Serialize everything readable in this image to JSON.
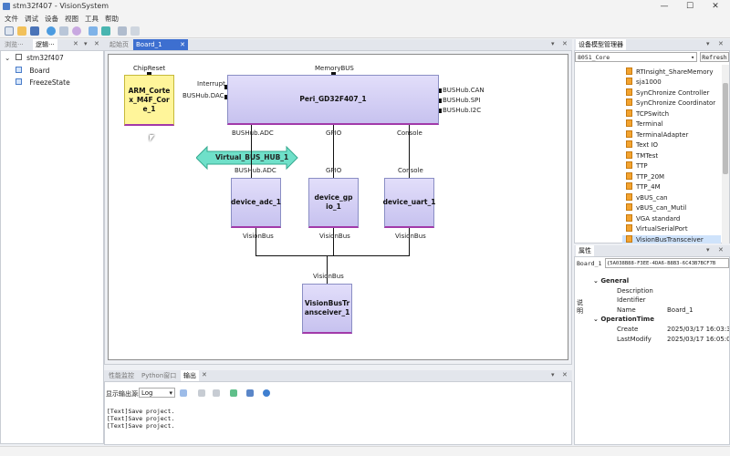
{
  "window": {
    "title": "stm32f407 - VisionSystem",
    "minimize": "—",
    "maximize": "☐",
    "close": "✕"
  },
  "menu": [
    "文件",
    "调试",
    "设备",
    "视图",
    "工具",
    "帮助"
  ],
  "left_panel": {
    "tabs": [
      "浏览···",
      "逻辑···"
    ],
    "root": "stm32f407",
    "children": [
      "Board",
      "FreezeState"
    ]
  },
  "doc_tabs": [
    "起始页",
    "Board_1"
  ],
  "diagram": {
    "nodes": {
      "cortex": "ARM_Cortex_M4F_Core_1",
      "peri": "Peri_GD32F407_1",
      "hub": "Virtual_BUS_HUB_1",
      "adc": "device_adc_1",
      "gpio": "device_gpio_1",
      "uart": "device_uart_1",
      "trans": "VisionBusTransceiver_1"
    },
    "ports": {
      "chip_reset": "ChipReset",
      "memory_bus": "MemoryBUS",
      "interrupt": "Interrupt",
      "bushub_dac": "BUSHub.DAC",
      "bushub_can": "BUSHub.CAN",
      "bushub_spi": "BUSHub.SPI",
      "bushub_i2c": "BUSHub.I2C",
      "bushub_adc_top": "BUSHub.ADC",
      "gpio_top": "GPIO",
      "console_top": "Console",
      "bushub_adc_mid": "BUSHub.ADC",
      "gpio_mid": "GPIO",
      "console_mid": "Console",
      "visionbus_adc": "VisionBus",
      "visionbus_gpio": "VisionBus",
      "visionbus_uart": "VisionBus",
      "visionbus_trans": "VisionBus"
    }
  },
  "bottom_panel": {
    "tabs": [
      "性能监控",
      "Python窗口",
      "输出"
    ],
    "source_label": "显示输出源:",
    "source_value": "Log",
    "lines": [
      "[Text]Save project.",
      "[Text]Save project.",
      "[Text]Save project."
    ]
  },
  "device_panel": {
    "title": "设备模型管理器",
    "combo": "8051_Core",
    "refresh": "Refresh",
    "items": [
      "RTInsight_ShareMemory",
      "sja1000",
      "SynChronize Controller",
      "SynChronize Coordinator",
      "TCPSwitch",
      "Terminal",
      "TerminalAdapter",
      "Text IO",
      "TMTest",
      "TTP",
      "TTP_20M",
      "TTP_4M",
      "vBUS_can",
      "vBUS_can_Mutil",
      "VGA standard",
      "VirtualSerialPort",
      "VisionBusTransceiver"
    ]
  },
  "props_panel": {
    "title": "属性",
    "object": "Board_1",
    "guid": "{5A038B88-F3EE-4DA6-B8B3-6C43B7BCF7B",
    "side_tab": "说明",
    "cat1": "General",
    "cat2": "OperationTime",
    "rows": [
      {
        "k": "Description",
        "v": ""
      },
      {
        "k": "Identifier",
        "v": ""
      },
      {
        "k": "Name",
        "v": "Board_1"
      },
      {
        "k": "Create",
        "v": "2025/03/17 16:03:3"
      },
      {
        "k": "LastModify",
        "v": "2025/03/17 16:05:0"
      }
    ]
  }
}
